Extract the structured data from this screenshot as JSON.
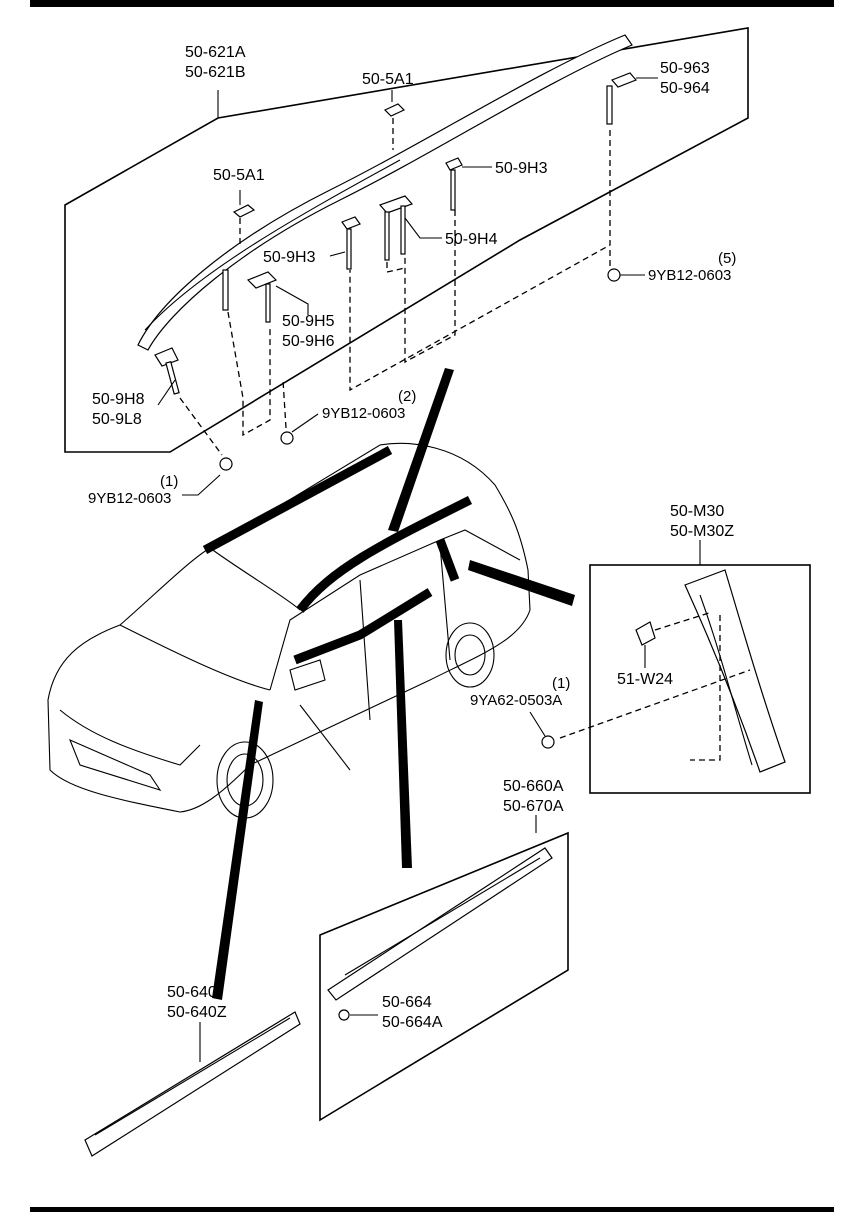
{
  "labels": {
    "roof_rail": [
      "50-621A",
      "50-621B"
    ],
    "sa1_top": "50-5A1",
    "sa1_left": "50-5A1",
    "p963": [
      "50-963",
      "50-964"
    ],
    "p9h3_right": "50-9H3",
    "p9h4": "50-9H4",
    "p9h3_left": "50-9H3",
    "p9h5": [
      "50-9H5",
      "50-9H6"
    ],
    "nut5_qty": "(5)",
    "nut5": "9YB12-0603",
    "p9h8": [
      "50-9H8",
      "50-9L8"
    ],
    "nut2_qty": "(2)",
    "nut2": "9YB12-0603",
    "nut1_qty": "(1)",
    "nut1": "9YB12-0603",
    "m30": [
      "50-M30",
      "50-M30Z"
    ],
    "w24": "51-W24",
    "screw_qty": "(1)",
    "screw": "9YA62-0503A",
    "p660": [
      "50-660A",
      "50-670A"
    ],
    "p664": [
      "50-664",
      "50-664A"
    ],
    "p640": [
      "50-640",
      "50-640Z"
    ]
  }
}
